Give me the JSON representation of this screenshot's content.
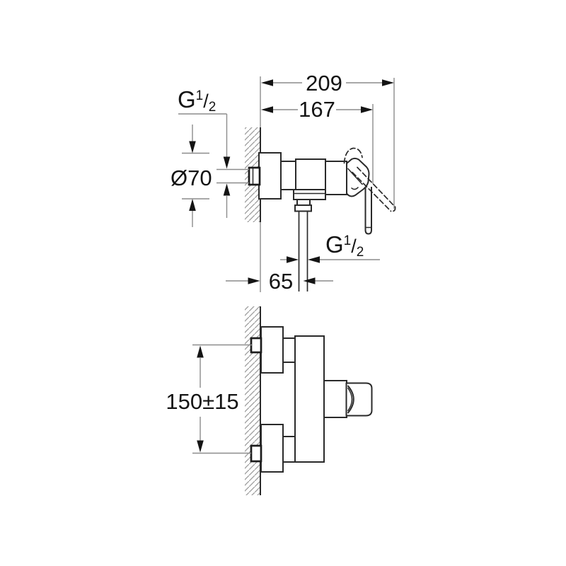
{
  "colors": {
    "line": "#2a2a2a",
    "dim": "#8c8c8c",
    "arrow": "#141414",
    "text": "#141414",
    "hatch": "#9c9c9c",
    "bg": "#ffffff",
    "fitting": "#1c1c1c"
  },
  "dimensions": {
    "overall_depth": "209",
    "body_depth": "167",
    "escutcheon_diameter": "Ø70",
    "outlet_offset": "65",
    "inlet_spacing": "150±15"
  },
  "thread_label": {
    "base": "G",
    "sup": "1",
    "slash": "/",
    "sub": "2"
  }
}
